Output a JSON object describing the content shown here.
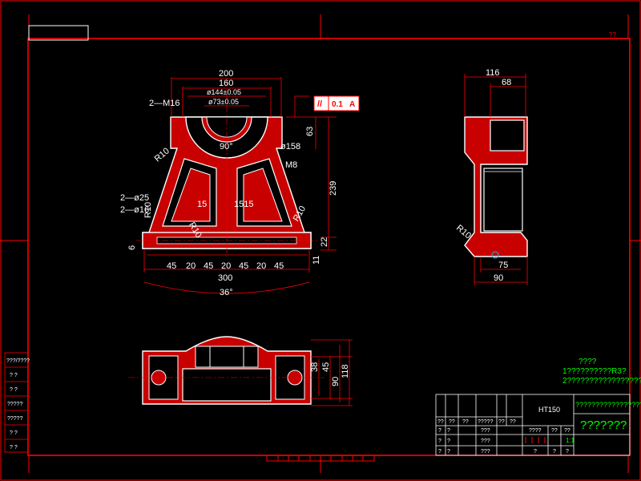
{
  "colors": {
    "background": "#000000",
    "border": "#ff0000",
    "part_outline": "#ffffff",
    "hatch": "#ff0000",
    "dimension_text": "#ffffff",
    "notes_text": "#00ff00",
    "marker": "#00bfff"
  },
  "corner_mark": "??",
  "front_view": {
    "dims": {
      "w200": "200",
      "w160": "160",
      "d144": "ø144±0.05",
      "d73": "ø73±0.05",
      "m16": "2—M16",
      "r10_left": "R10",
      "a90": "90°",
      "d158": "ø158",
      "m8": "M8",
      "h63": "63",
      "h239": "239",
      "hole25": "2—ø25",
      "hole16": "2—ø16",
      "r10_mid": "R10",
      "v15a": "15",
      "v15b": "1515",
      "r10_right": "R10",
      "r10_right2": "R10",
      "v6": "6",
      "h22": "22",
      "h11": "11",
      "b45_1": "45",
      "b20_1": "20",
      "b45_2": "45",
      "b20_2": "20",
      "b45_3": "45",
      "b20_3": "20",
      "b45_4": "45",
      "w300": "300",
      "a36": "36°"
    },
    "tolerance_frame": {
      "symbol": "//",
      "value": "0.1",
      "datum": "A"
    }
  },
  "side_view": {
    "dims": {
      "w116": "116",
      "w68": "68",
      "r10": "R10",
      "w75": "75",
      "w90": "90"
    }
  },
  "top_view": {
    "dims": {
      "d38": "38",
      "d45": "45",
      "d90": "90",
      "d118": "118"
    }
  },
  "technical_notes": {
    "title": "????",
    "line1": "1??????????R3?",
    "line2": "2??????????????????"
  },
  "title_block": {
    "school": "???????????????????",
    "material": "HT150",
    "drawing_name": "???????",
    "scale_value": "1:1",
    "header_cells": [
      "??",
      "??",
      "??",
      "?????",
      "??",
      "??"
    ],
    "row2_left": [
      "?",
      "?"
    ],
    "row2_mid": "???",
    "stage_labels": [
      "????",
      "??",
      "??"
    ],
    "row4_left": [
      "?",
      "?"
    ],
    "row4_mid": "???",
    "bottom_cells": [
      "?",
      "?",
      "?"
    ],
    "row5_left": [
      "?",
      "?"
    ],
    "row5_mid": "???"
  },
  "left_strip": [
    "???/????",
    "?   ?",
    "?   ?",
    "?????",
    "?????",
    "?   ?",
    "?   ?"
  ]
}
